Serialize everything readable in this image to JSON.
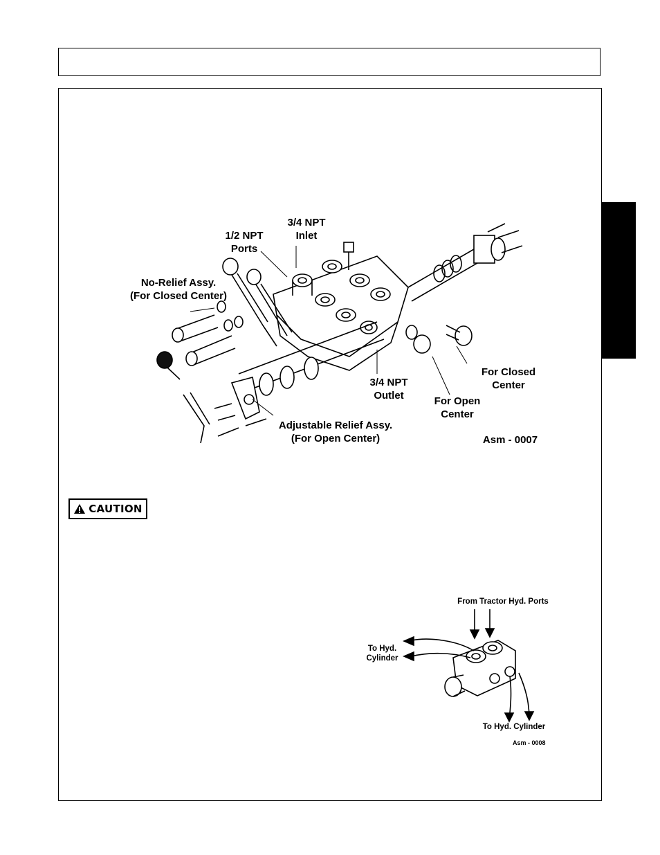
{
  "header": {
    "title": ""
  },
  "side_tab": {
    "label": ""
  },
  "figure1": {
    "labels": {
      "npt_inlet": [
        "3/4 NPT",
        "Inlet"
      ],
      "npt_ports": [
        "1/2 NPT",
        "Ports"
      ],
      "no_relief": [
        "No-Relief Assy.",
        "(For Closed Center)"
      ],
      "npt_outlet": [
        "3/4 NPT",
        "Outlet"
      ],
      "for_closed": [
        "For Closed",
        "Center"
      ],
      "for_open": [
        "For Open",
        "Center"
      ],
      "adjustable": [
        "Adjustable Relief Assy.",
        "(For Open Center)"
      ],
      "asm": "Asm - 0007"
    }
  },
  "caution": {
    "label": "CAUTION",
    "icon": "warning-triangle-icon"
  },
  "figure2": {
    "labels": {
      "from_tractor": "From Tractor Hyd. Ports",
      "to_cyl_left": [
        "To Hyd.",
        "Cylinder"
      ],
      "to_cyl_bottom": "To Hyd. Cylinder",
      "asm": "Asm - 0008"
    }
  }
}
